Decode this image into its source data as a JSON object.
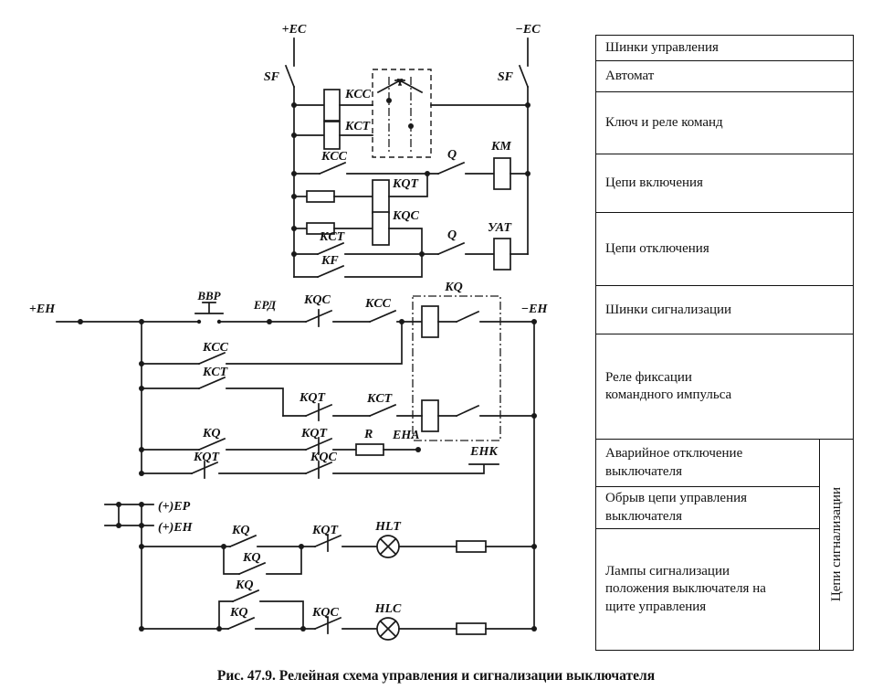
{
  "figure": {
    "caption": "Рис. 47.9. Релейная схема управления и сигнализации выключателя"
  },
  "table": {
    "rows": [
      {
        "label": "Шинки управления"
      },
      {
        "label": "Автомат"
      },
      {
        "label": "Ключ и реле команд"
      },
      {
        "label": "Цепи включения"
      },
      {
        "label": "Цепи отключения"
      },
      {
        "label": "Шинки сигнализации"
      },
      {
        "label": "Реле фиксации командного импульса"
      },
      {
        "label": "Аварийное отключение выключателя"
      },
      {
        "label": "Обрыв цепи управления выключателя"
      },
      {
        "label": "Лампы сигнализации положения выключателя на щите управления"
      }
    ],
    "side_label": "Цепи сигнализации"
  },
  "schematic": {
    "buses": {
      "plus_ec": "+ЕС",
      "minus_ec": "−ЕС",
      "plus_eh": "+ЕН",
      "minus_eh": "−ЕН",
      "plus_ep_branch": "(+)ЕР",
      "plus_eh_branch": "(+)ЕН"
    },
    "devices": {
      "sf": "SF",
      "kcc": "KCC",
      "kct": "KCT",
      "km": "KM",
      "q": "Q",
      "kqt": "KQT",
      "kqc": "KQC",
      "yat": "УАТ",
      "kf": "KF",
      "kq": "KQ",
      "r": "R",
      "vvr": "ВВР",
      "erd": "ЕРД",
      "eha": "ЕНА",
      "ehk": "ЕНК",
      "hlt": "HLT",
      "hlc": "HLC"
    }
  }
}
